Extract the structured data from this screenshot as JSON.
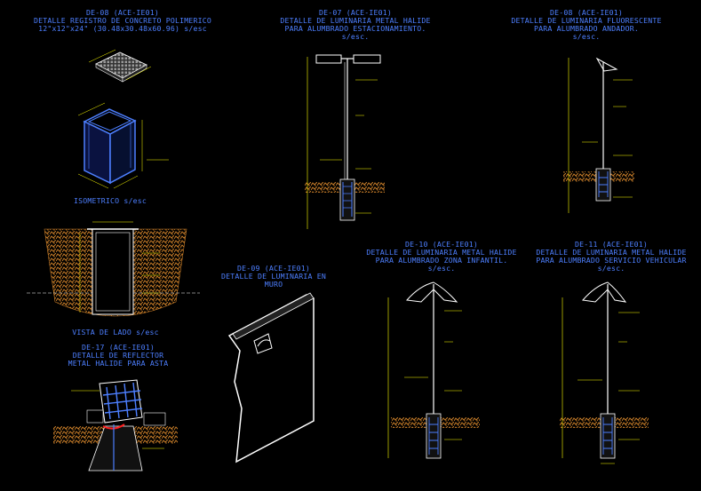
{
  "details": {
    "de08a": {
      "title": "DE-08 (ACE-IE01)",
      "line1": "DETALLE REGISTRO DE CONCRETO POLIMERICO",
      "line2": "12\"x12\"x24\" (30.48x30.48x60.96) s/esc"
    },
    "isometric": {
      "label": "ISOMETRICO s/esc"
    },
    "side_view": {
      "label": "VISTA DE LADO s/esc"
    },
    "de17": {
      "title": "DE-17 (ACE-IE01)",
      "line1": "DETALLE DE REFLECTOR",
      "line2": "METAL HALIDE PARA ASTA"
    },
    "de07": {
      "title": "DE-07 (ACE-IE01)",
      "line1": "DETALLE DE LUMINARIA METAL HALIDE",
      "line2": "PARA ALUMBRADO ESTACIONAMIENTO.",
      "line3": "s/esc."
    },
    "de09": {
      "title": "DE-09 (ACE-IE01)",
      "line1": "DETALLE DE LUMINARIA EN",
      "line2": "MURO"
    },
    "de08b": {
      "title": "DE-08 (ACE-IE01)",
      "line1": "DETALLE DE LUMINARIA FLUORESCENTE",
      "line2": "PARA ALUMBRADO ANDADOR.",
      "line3": "s/esc."
    },
    "de10": {
      "title": "DE-10 (ACE-IE01)",
      "line1": "DETALLE DE LUMINARIA METAL  HALIDE",
      "line2": "PARA ALUMBRADO ZONA INFANTIL.",
      "line3": "s/esc."
    },
    "de11": {
      "title": "DE-11 (ACE-IE01)",
      "line1": "DETALLE DE LUMINARIA METAL HALIDE",
      "line2": "PARA ALUMBRADO SERVICIO VEHICULAR",
      "line3": "s/esc."
    }
  },
  "colors": {
    "title": "#4d7fff",
    "dimension": "#ffff00",
    "soil": "#c87d28",
    "structure": "#ffffff",
    "cover": "#00ffff",
    "pipe": "#ff2020"
  }
}
